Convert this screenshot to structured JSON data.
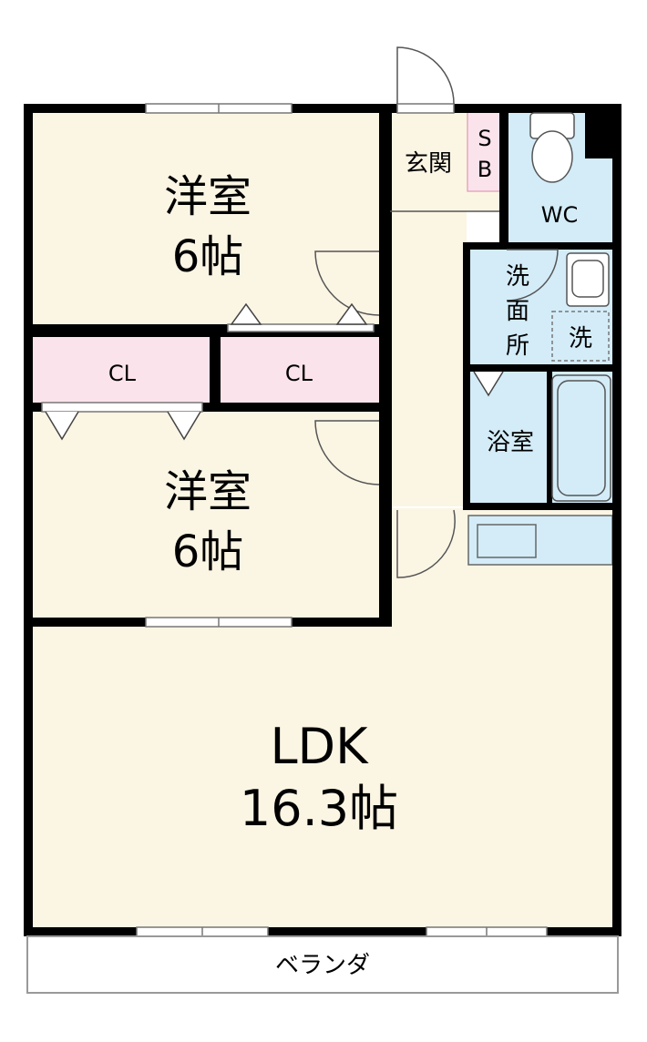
{
  "rooms": {
    "western_room_1": {
      "name": "洋室",
      "size": "6帖"
    },
    "western_room_2": {
      "name": "洋室",
      "size": "6帖"
    },
    "closet_left": {
      "name": "CL"
    },
    "closet_right": {
      "name": "CL"
    },
    "entrance": {
      "name": "玄関"
    },
    "shoe_box": {
      "line1": "S",
      "line2": "B"
    },
    "toilet": {
      "name": "WC"
    },
    "washroom": {
      "line1": "洗",
      "line2": "面",
      "line3": "所"
    },
    "washer": {
      "name": "洗"
    },
    "bathroom": {
      "name": "浴室"
    },
    "ldk": {
      "name": "LDK",
      "size": "16.3帖"
    },
    "veranda": {
      "name": "ベランダ"
    }
  },
  "colors": {
    "room_fill": "#fbf5e4",
    "closet_fill": "#fbe3ec",
    "wet_area_fill": "#d3ecf8",
    "wall": "#000000",
    "window": "#9a9a9a",
    "veranda_line": "#999999"
  }
}
